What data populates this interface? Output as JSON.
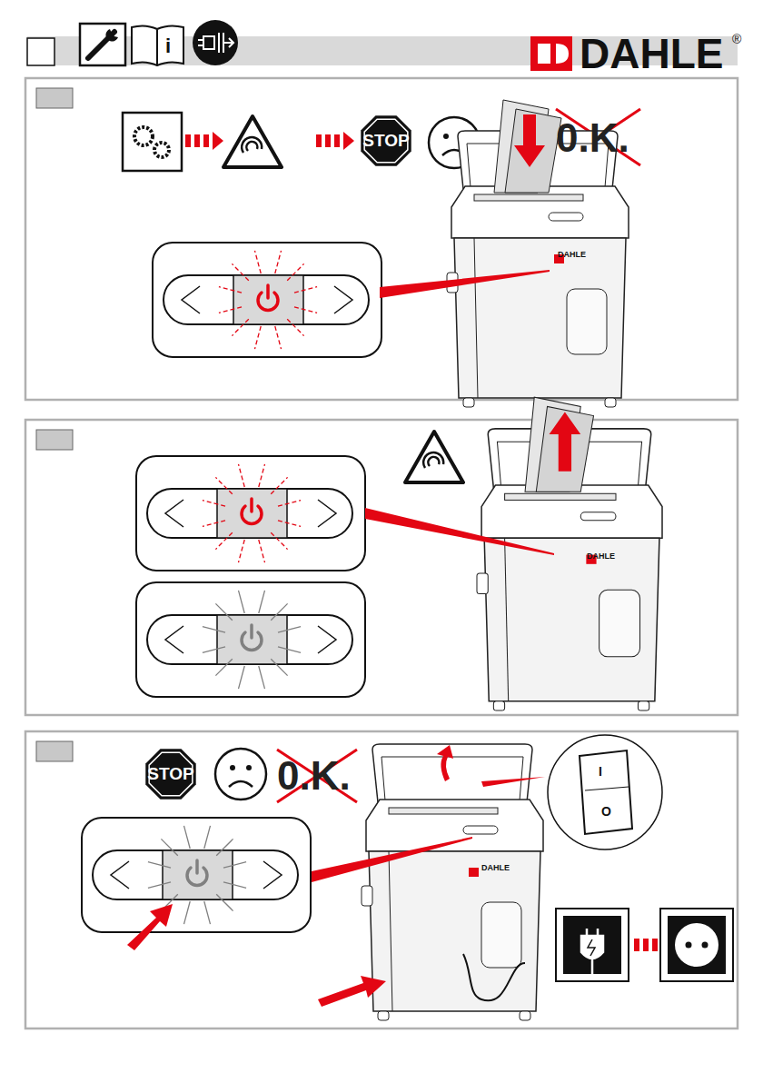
{
  "diagram": {
    "labels": [
      "DAHLE",
      "®",
      "i",
      "STOP",
      "0.K.",
      "DAHLE",
      "DAHLE",
      "STOP",
      "0.K.",
      "DAHLE",
      "I",
      "O"
    ]
  }
}
